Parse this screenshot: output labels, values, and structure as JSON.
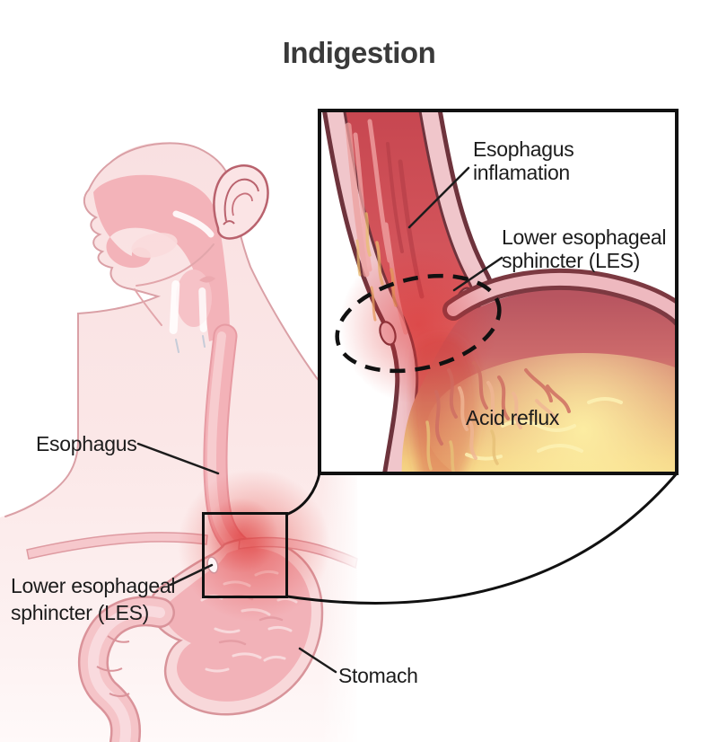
{
  "title": "Indigestion",
  "figure": {
    "labels": {
      "esophagus": "Esophagus",
      "les_line1": "Lower esophageal",
      "les_line2": "sphincter (LES)",
      "stomach": "Stomach"
    }
  },
  "inset": {
    "labels": {
      "inflammation_line1": "Esophagus",
      "inflammation_line2": "inflamation",
      "les_line1": "Lower esophageal",
      "les_line2": "sphincter (LES)",
      "acid_reflux": "Acid reflux"
    }
  },
  "colors": {
    "title_text": "#3a3a3a",
    "label_text": "#1c1c1c",
    "outline_black": "#111111",
    "body_pink": "#fae3e4",
    "cavity_pink": "#f3b3b9",
    "tube_pink": "#f3b2b8",
    "lumen_red": "#d5565c",
    "inflammation_glow": "#e23c37",
    "stomach_wall_dark": "#7c3941",
    "stomach_wall_pink": "#eeb9bf",
    "acid_yellow": "#f8e18a"
  }
}
